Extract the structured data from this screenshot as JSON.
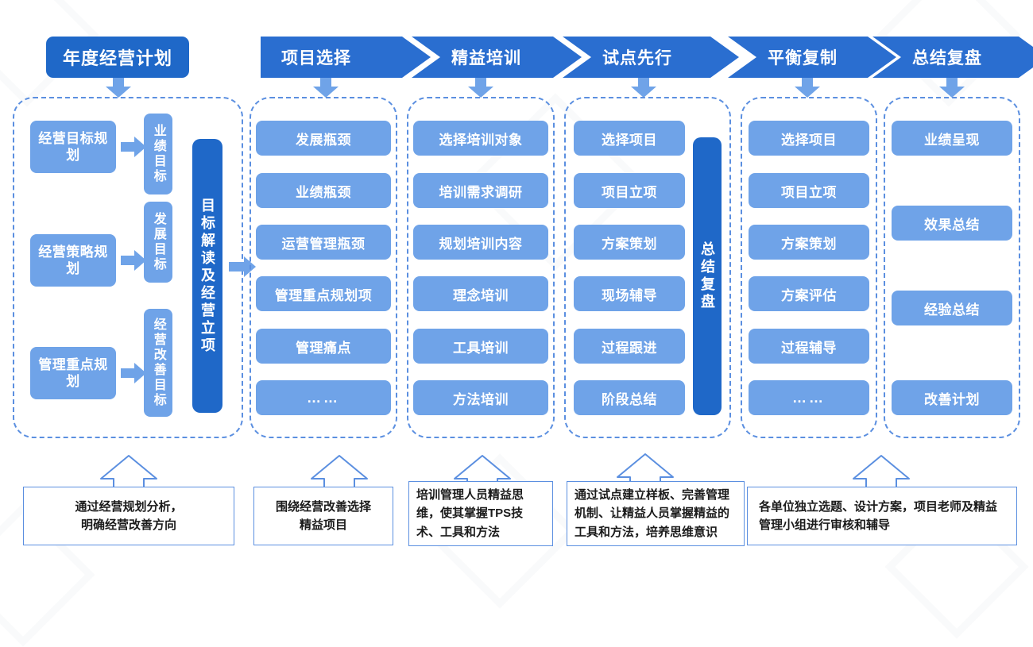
{
  "theme": {
    "dark_blue": "#1f68c8",
    "chevron_blue": "#2a6ed0",
    "light_blue": "#6fa3e8",
    "dashed_border": "#5b8fe0",
    "caption_border": "#5b8fe0",
    "text_on_blue": "#ffffff",
    "caption_text": "#1b1b1b",
    "background": "#ffffff"
  },
  "header": {
    "main_title": "年度经营计划",
    "steps": [
      {
        "label": "项目选择"
      },
      {
        "label": "精益培训"
      },
      {
        "label": "试点先行"
      },
      {
        "label": "平衡复制"
      },
      {
        "label": "总结复盘"
      }
    ]
  },
  "columns": [
    {
      "name": "annual-plan",
      "pairs": [
        {
          "source": "经营目标规划",
          "target": "业绩目标"
        },
        {
          "source": "经营策略规划",
          "target": "发展目标"
        },
        {
          "source": "管理重点规划",
          "target": "经营改善目标"
        }
      ],
      "side_bar": "目标解读及经营立项"
    },
    {
      "name": "project-selection",
      "items": [
        "发展瓶颈",
        "业绩瓶颈",
        "运营管理瓶颈",
        "管理重点规划项",
        "管理痛点",
        "……"
      ]
    },
    {
      "name": "lean-training",
      "items": [
        "选择培训对象",
        "培训需求调研",
        "规划培训内容",
        "理念培训",
        "工具培训",
        "方法培训"
      ]
    },
    {
      "name": "pilot-first",
      "items": [
        "选择项目",
        "项目立项",
        "方案策划",
        "现场辅导",
        "过程跟进",
        "阶段总结"
      ],
      "side_bar": "总结复盘"
    },
    {
      "name": "balanced-replication",
      "items": [
        "选择项目",
        "项目立项",
        "方案策划",
        "方案评估",
        "过程辅导",
        "……"
      ]
    },
    {
      "name": "summary-review",
      "items": [
        "业绩呈现",
        "效果总结",
        "经验总结",
        "改善计划"
      ]
    }
  ],
  "captions": [
    {
      "name": "caption-annual-plan",
      "text": "通过经营规划分析，\n明确经营改善方向"
    },
    {
      "name": "caption-project-selection",
      "text": "围绕经营改善选择\n精益项目"
    },
    {
      "name": "caption-lean-training",
      "text": "培训管理人员精益思维，使其掌握TPS技术、工具和方法"
    },
    {
      "name": "caption-pilot-first",
      "text": "通过试点建立样板、完善管理机制、让精益人员掌握精益的工具和方法，培养思维意识"
    },
    {
      "name": "caption-replication-review",
      "text": "各单位独立选题、设计方案，项目老师及精益管理小组进行审核和辅导"
    }
  ]
}
